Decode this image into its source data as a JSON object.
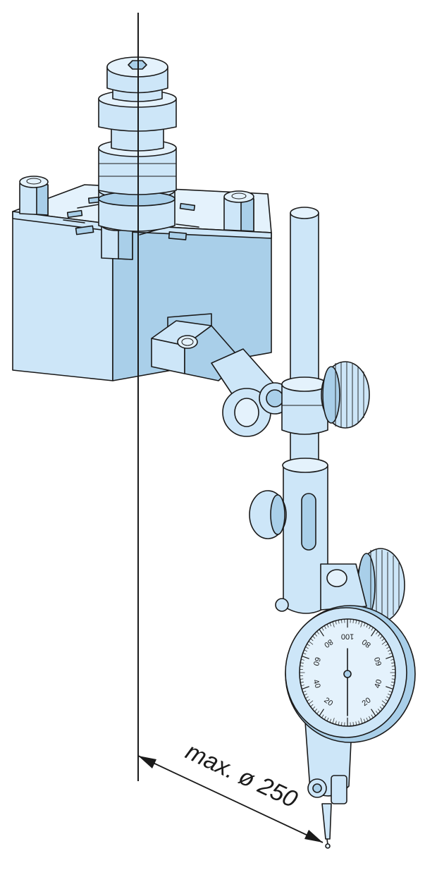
{
  "dimension": {
    "label": "max. ø 250"
  },
  "dial": {
    "scale_labels": [
      "100",
      "80",
      "60",
      "40",
      "20",
      "80",
      "60",
      "40",
      "20"
    ]
  },
  "colors": {
    "part_fill": "#cde6f8",
    "outline": "#1a1a1a",
    "background": "#ffffff"
  }
}
